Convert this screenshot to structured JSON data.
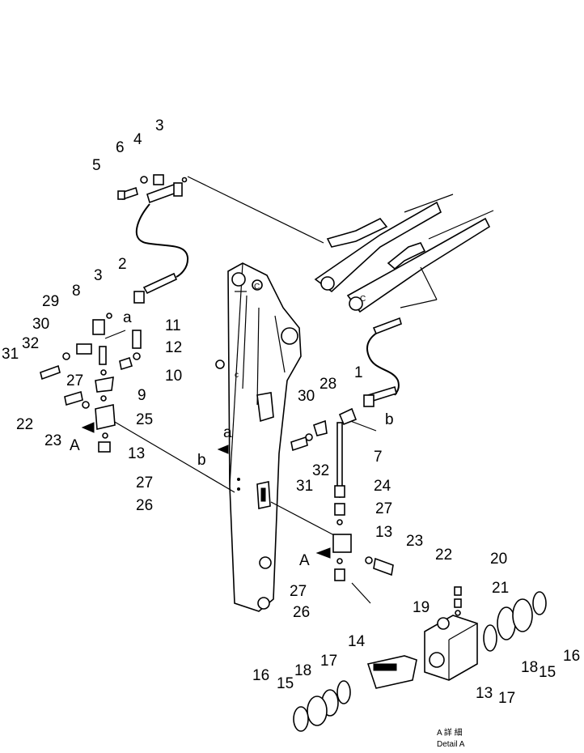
{
  "callouts": [
    {
      "id": "c3a",
      "text": "3"
    },
    {
      "id": "c6",
      "text": "6"
    },
    {
      "id": "c4",
      "text": "4"
    },
    {
      "id": "c5",
      "text": "5"
    },
    {
      "id": "c2",
      "text": "2"
    },
    {
      "id": "c3b",
      "text": "3"
    },
    {
      "id": "c8",
      "text": "8"
    },
    {
      "id": "c29",
      "text": "29"
    },
    {
      "id": "c30a",
      "text": "30"
    },
    {
      "id": "c32a",
      "text": "32"
    },
    {
      "id": "c31a",
      "text": "31"
    },
    {
      "id": "c11",
      "text": "11"
    },
    {
      "id": "c12",
      "text": "12"
    },
    {
      "id": "c10",
      "text": "10"
    },
    {
      "id": "c9",
      "text": "9"
    },
    {
      "id": "c27a",
      "text": "27"
    },
    {
      "id": "c25",
      "text": "25"
    },
    {
      "id": "c22a",
      "text": "22"
    },
    {
      "id": "c23a",
      "text": "23"
    },
    {
      "id": "c13a",
      "text": "13"
    },
    {
      "id": "c27b",
      "text": "27"
    },
    {
      "id": "c26a",
      "text": "26"
    },
    {
      "id": "c1",
      "text": "1"
    },
    {
      "id": "c28",
      "text": "28"
    },
    {
      "id": "c30b",
      "text": "30"
    },
    {
      "id": "c7",
      "text": "7"
    },
    {
      "id": "c32b",
      "text": "32"
    },
    {
      "id": "c31b",
      "text": "31"
    },
    {
      "id": "c24",
      "text": "24"
    },
    {
      "id": "c27c",
      "text": "27"
    },
    {
      "id": "c13b",
      "text": "13"
    },
    {
      "id": "c23b",
      "text": "23"
    },
    {
      "id": "c22b",
      "text": "22"
    },
    {
      "id": "c27d",
      "text": "27"
    },
    {
      "id": "c26b",
      "text": "26"
    },
    {
      "id": "c20",
      "text": "20"
    },
    {
      "id": "c21",
      "text": "21"
    },
    {
      "id": "c19",
      "text": "19"
    },
    {
      "id": "c16a",
      "text": "16"
    },
    {
      "id": "c15a",
      "text": "15"
    },
    {
      "id": "c18a",
      "text": "18"
    },
    {
      "id": "c17a",
      "text": "17"
    },
    {
      "id": "c13c",
      "text": "13"
    },
    {
      "id": "c14",
      "text": "14"
    },
    {
      "id": "c17b",
      "text": "17"
    },
    {
      "id": "c18b",
      "text": "18"
    },
    {
      "id": "c15b",
      "text": "15"
    },
    {
      "id": "c16b",
      "text": "16"
    }
  ],
  "markers": {
    "a": "a",
    "b": "b",
    "A": "A"
  },
  "caption": {
    "kanji": "A 詳 細",
    "detail": "Detail A"
  }
}
